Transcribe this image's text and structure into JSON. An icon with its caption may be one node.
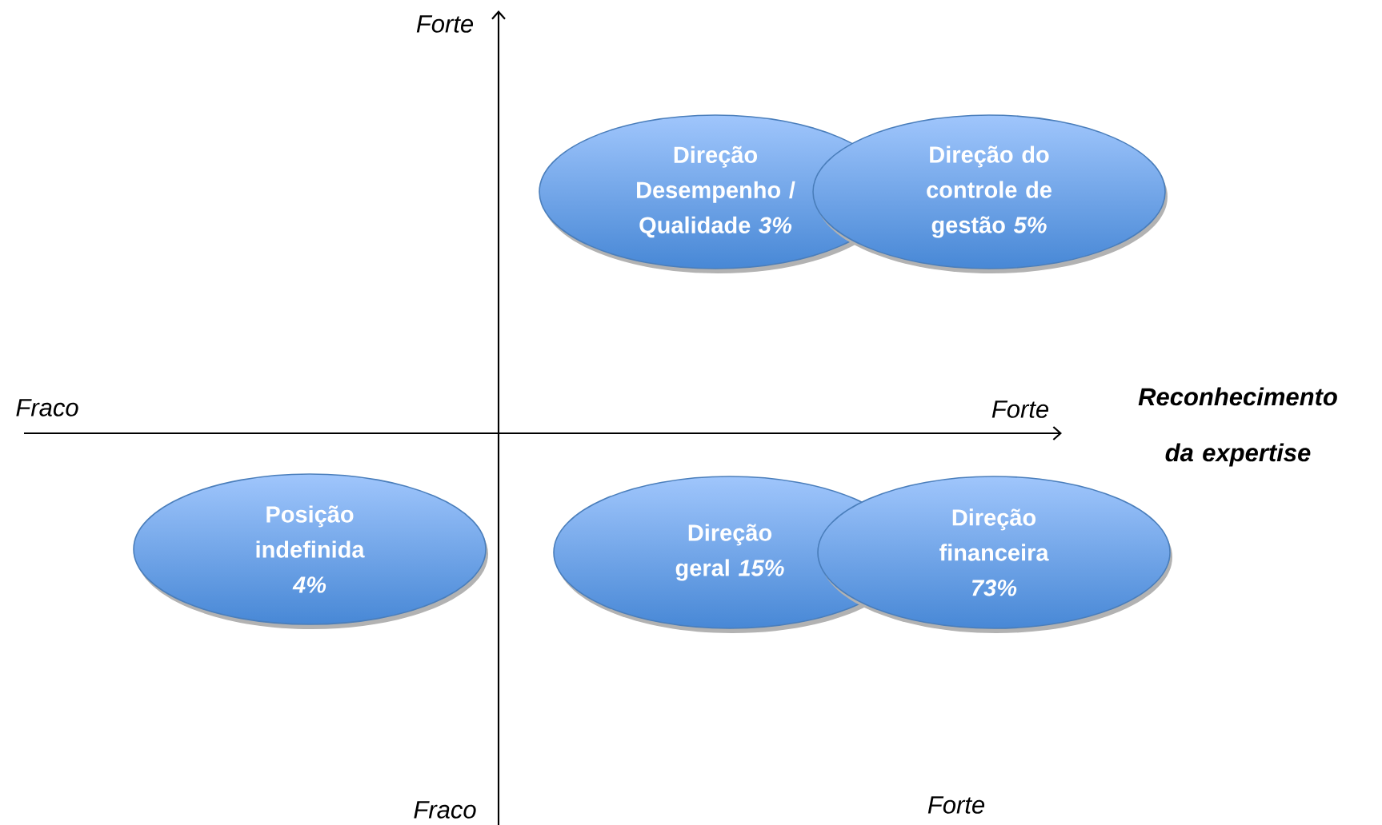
{
  "diagram": {
    "nodes": [
      {
        "text": [
          "Direção Desempenho / Qualidade *3%*"
        ]
      },
      {
        "text": [
          "Direção do controle de gestão *5%*"
        ]
      },
      {
        "text": [
          "Posição indefinida *4%*"
        ]
      },
      {
        "text": [
          "Direção geral *15%*"
        ]
      },
      {
        "text": [
          "Direção financeira *73%*"
        ]
      }
    ],
    "labels": [
      "Forte",
      "Fraco",
      "Forte",
      "Reconhecimento da expertise",
      "Fraco",
      "Forte"
    ]
  }
}
